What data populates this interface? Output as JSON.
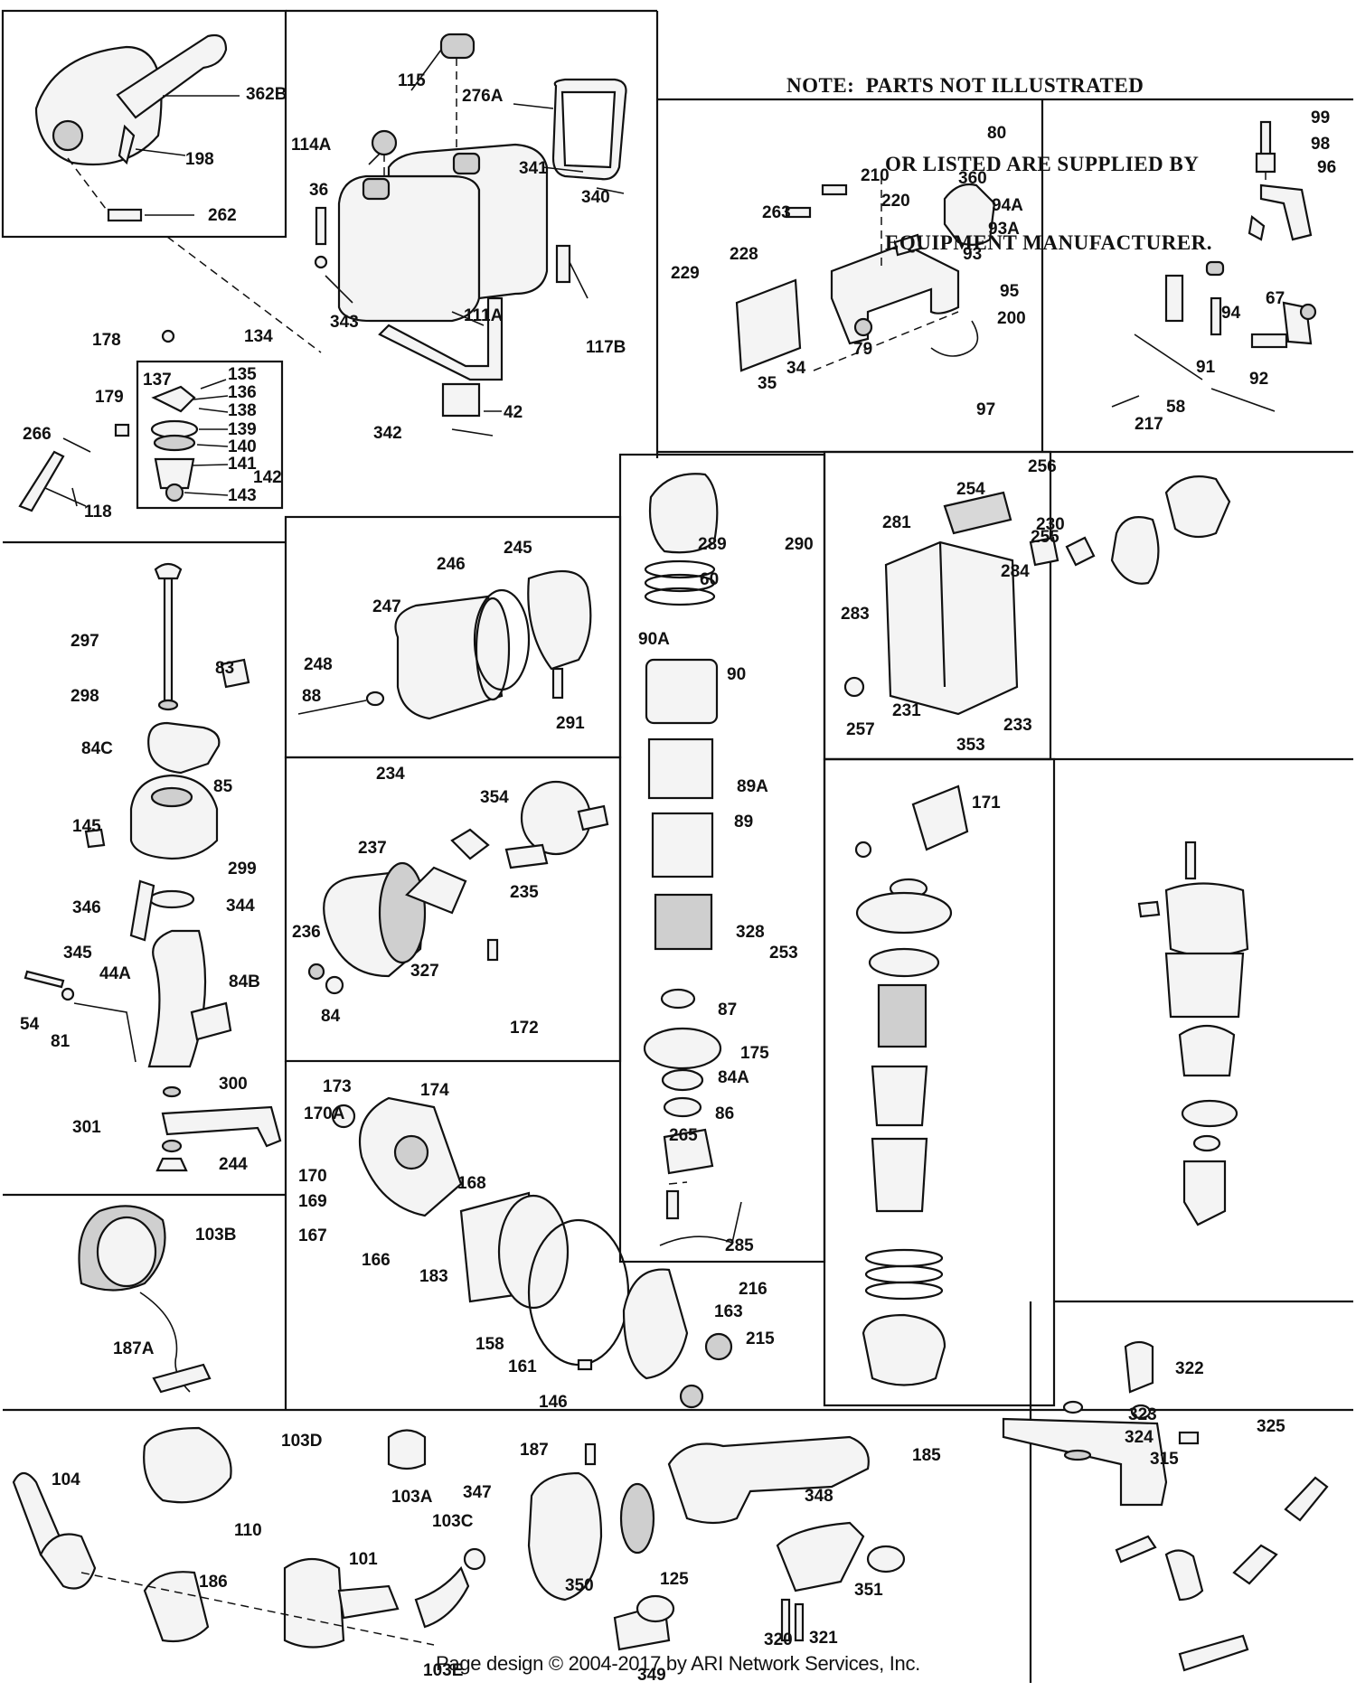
{
  "note": {
    "line1": "NOTE:  PARTS NOT ILLUSTRATED",
    "line2": "OR LISTED ARE SUPPLIED BY",
    "line3": "EQUIPMENT MANUFACTURER."
  },
  "footer": {
    "copyright": "Page design © 2004-2017 by ARI Network Services, Inc."
  },
  "part_labels": [
    "362B",
    "198",
    "262",
    "115",
    "276A",
    "114A",
    "36",
    "341",
    "340",
    "343",
    "111A",
    "117B",
    "342",
    "42",
    "178",
    "134",
    "137",
    "135",
    "136",
    "179",
    "138",
    "139",
    "140",
    "141",
    "142",
    "143",
    "266",
    "118",
    "80",
    "210",
    "360",
    "220",
    "263",
    "229",
    "228",
    "79",
    "200",
    "34",
    "35",
    "97",
    "99",
    "98",
    "96",
    "94A",
    "93A",
    "93",
    "95",
    "67",
    "94",
    "91",
    "92",
    "217",
    "58",
    "297",
    "83",
    "298",
    "84C",
    "85",
    "145",
    "299",
    "346",
    "344",
    "345",
    "44A",
    "84B",
    "54",
    "81",
    "300",
    "301",
    "244",
    "245",
    "246",
    "247",
    "248",
    "88",
    "291",
    "289",
    "290",
    "60",
    "90A",
    "90",
    "89A",
    "89",
    "328",
    "253",
    "87",
    "175",
    "84A",
    "86",
    "265",
    "285",
    "256",
    "254",
    "281",
    "255",
    "230",
    "284",
    "283",
    "257",
    "231",
    "353",
    "233",
    "234",
    "354",
    "237",
    "235",
    "236",
    "327",
    "84",
    "172",
    "171",
    "173",
    "174",
    "170A",
    "170",
    "169",
    "168",
    "167",
    "166",
    "183",
    "158",
    "161",
    "146",
    "163",
    "215",
    "216",
    "103B",
    "187A",
    "103D",
    "103A",
    "104",
    "110",
    "103C",
    "101",
    "186",
    "103E",
    "187",
    "185",
    "347",
    "125",
    "348",
    "351",
    "350",
    "349",
    "320",
    "321",
    "322",
    "323",
    "324",
    "315",
    "325"
  ]
}
